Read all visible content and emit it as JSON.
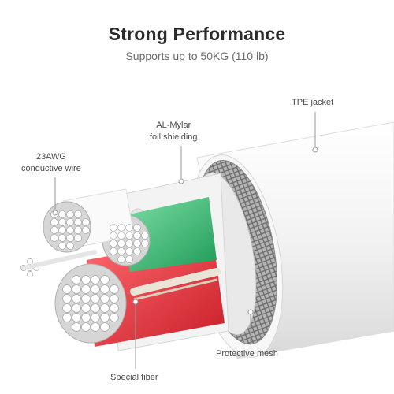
{
  "header": {
    "title": "Strong Performance",
    "subtitle": "Supports up to 50KG (110 lb)"
  },
  "callouts": {
    "tpe_jacket": "TPE jacket",
    "mylar_line1": "AL-Mylar",
    "mylar_line2": "foil shielding",
    "awg_line1": "23AWG",
    "awg_line2": "conductive wire",
    "protective_mesh": "Protective mesh",
    "special_fiber": "Special fiber"
  },
  "colors": {
    "jacket": "#f4f4f4",
    "green_wire": "#3cb878",
    "red_wire": "#e8303a",
    "copper": "#c9c9c9",
    "mesh": "#9a9a9a"
  }
}
